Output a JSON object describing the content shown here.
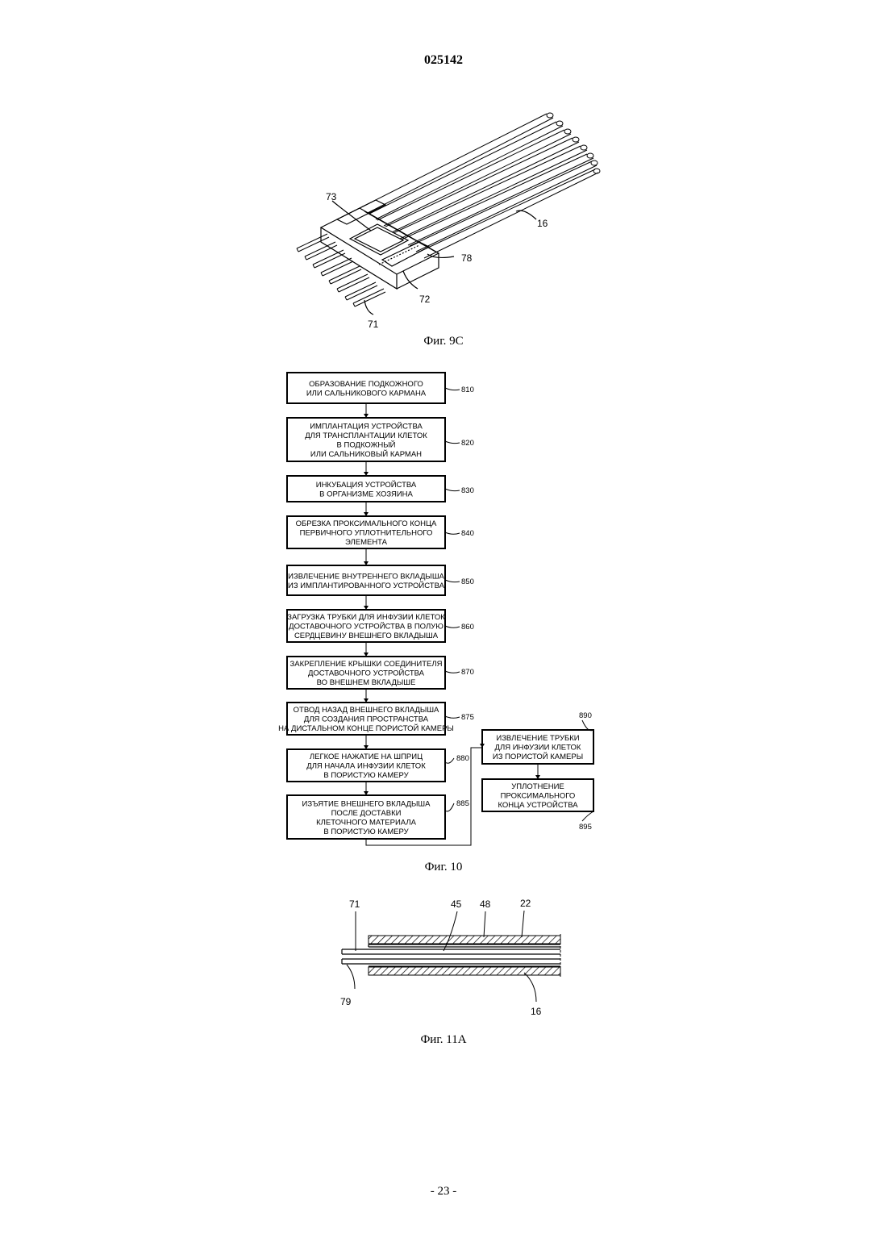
{
  "header": {
    "doc_number": "025142"
  },
  "figure_9c": {
    "caption": "Фиг. 9С",
    "labels": {
      "l73": "73",
      "l16": "16",
      "l78": "78",
      "l72": "72",
      "l71": "71"
    }
  },
  "figure_10": {
    "caption": "Фиг. 10",
    "steps": [
      {
        "id": "810",
        "lines": [
          "ОБРАЗОВАНИЕ ПОДКОЖНОГО",
          "ИЛИ САЛЬНИКОВОГО КАРМАНА"
        ]
      },
      {
        "id": "820",
        "lines": [
          "ИМПЛАНТАЦИЯ УСТРОЙСТВА",
          "ДЛЯ ТРАНСПЛАНТАЦИИ КЛЕТОК",
          "В ПОДКОЖНЫЙ",
          "ИЛИ САЛЬНИКОВЫЙ КАРМАН"
        ]
      },
      {
        "id": "830",
        "lines": [
          "ИНКУБАЦИЯ УСТРОЙСТВА",
          "В ОРГАНИЗМЕ ХОЗЯИНА"
        ]
      },
      {
        "id": "840",
        "lines": [
          "ОБРЕЗКА ПРОКСИМАЛЬНОГО КОНЦА",
          "ПЕРВИЧНОГО УПЛОТНИТЕЛЬНОГО",
          "ЭЛЕМЕНТА"
        ]
      },
      {
        "id": "850",
        "lines": [
          "ИЗВЛЕЧЕНИЕ ВНУТРЕННЕГО ВКЛАДЫША",
          "ИЗ ИМПЛАНТИРОВАННОГО УСТРОЙСТВА"
        ]
      },
      {
        "id": "860",
        "lines": [
          "ЗАГРУЗКА ТРУБКИ ДЛЯ ИНФУЗИИ КЛЕТОК",
          "ДОСТАВОЧНОГО УСТРОЙСТВА В ПОЛУЮ",
          "СЕРДЦЕВИНУ ВНЕШНЕГО ВКЛАДЫША"
        ]
      },
      {
        "id": "870",
        "lines": [
          "ЗАКРЕПЛЕНИЕ КРЫШКИ СОЕДИНИТЕЛЯ",
          "ДОСТАВОЧНОГО УСТРОЙСТВА",
          "ВО ВНЕШНЕМ ВКЛАДЫШЕ"
        ]
      },
      {
        "id": "875",
        "lines": [
          "ОТВОД НАЗАД ВНЕШНЕГО ВКЛАДЫША",
          "ДЛЯ СОЗДАНИЯ ПРОСТРАНСТВА",
          "НА ДИСТАЛЬНОМ КОНЦЕ ПОРИСТОЙ КАМЕРЫ"
        ]
      },
      {
        "id": "880",
        "lines": [
          "ЛЕГКОЕ НАЖАТИЕ НА ШПРИЦ",
          "ДЛЯ НАЧАЛА ИНФУЗИИ КЛЕТОК",
          "В ПОРИСТУЮ КАМЕРУ"
        ]
      },
      {
        "id": "885",
        "lines": [
          "ИЗЪЯТИЕ ВНЕШНЕГО ВКЛАДЫША",
          "ПОСЛЕ ДОСТАВКИ",
          "КЛЕТОЧНОГО МАТЕРИАЛА",
          "В ПОРИСТУЮ КАМЕРУ"
        ]
      },
      {
        "id": "890",
        "lines": [
          "ИЗВЛЕЧЕНИЕ ТРУБКИ",
          "ДЛЯ ИНФУЗИИ КЛЕТОК",
          "ИЗ ПОРИСТОЙ КАМЕРЫ"
        ]
      },
      {
        "id": "895",
        "lines": [
          "УПЛОТНЕНИЕ",
          "ПРОКСИМАЛЬНОГО",
          "КОНЦА УСТРОЙСТВА"
        ]
      }
    ]
  },
  "figure_11a": {
    "caption": "Фиг. 11А",
    "labels": {
      "l71": "71",
      "l45": "45",
      "l48": "48",
      "l22": "22",
      "l79": "79",
      "l16": "16"
    }
  },
  "footer": {
    "page": "- 23 -"
  }
}
